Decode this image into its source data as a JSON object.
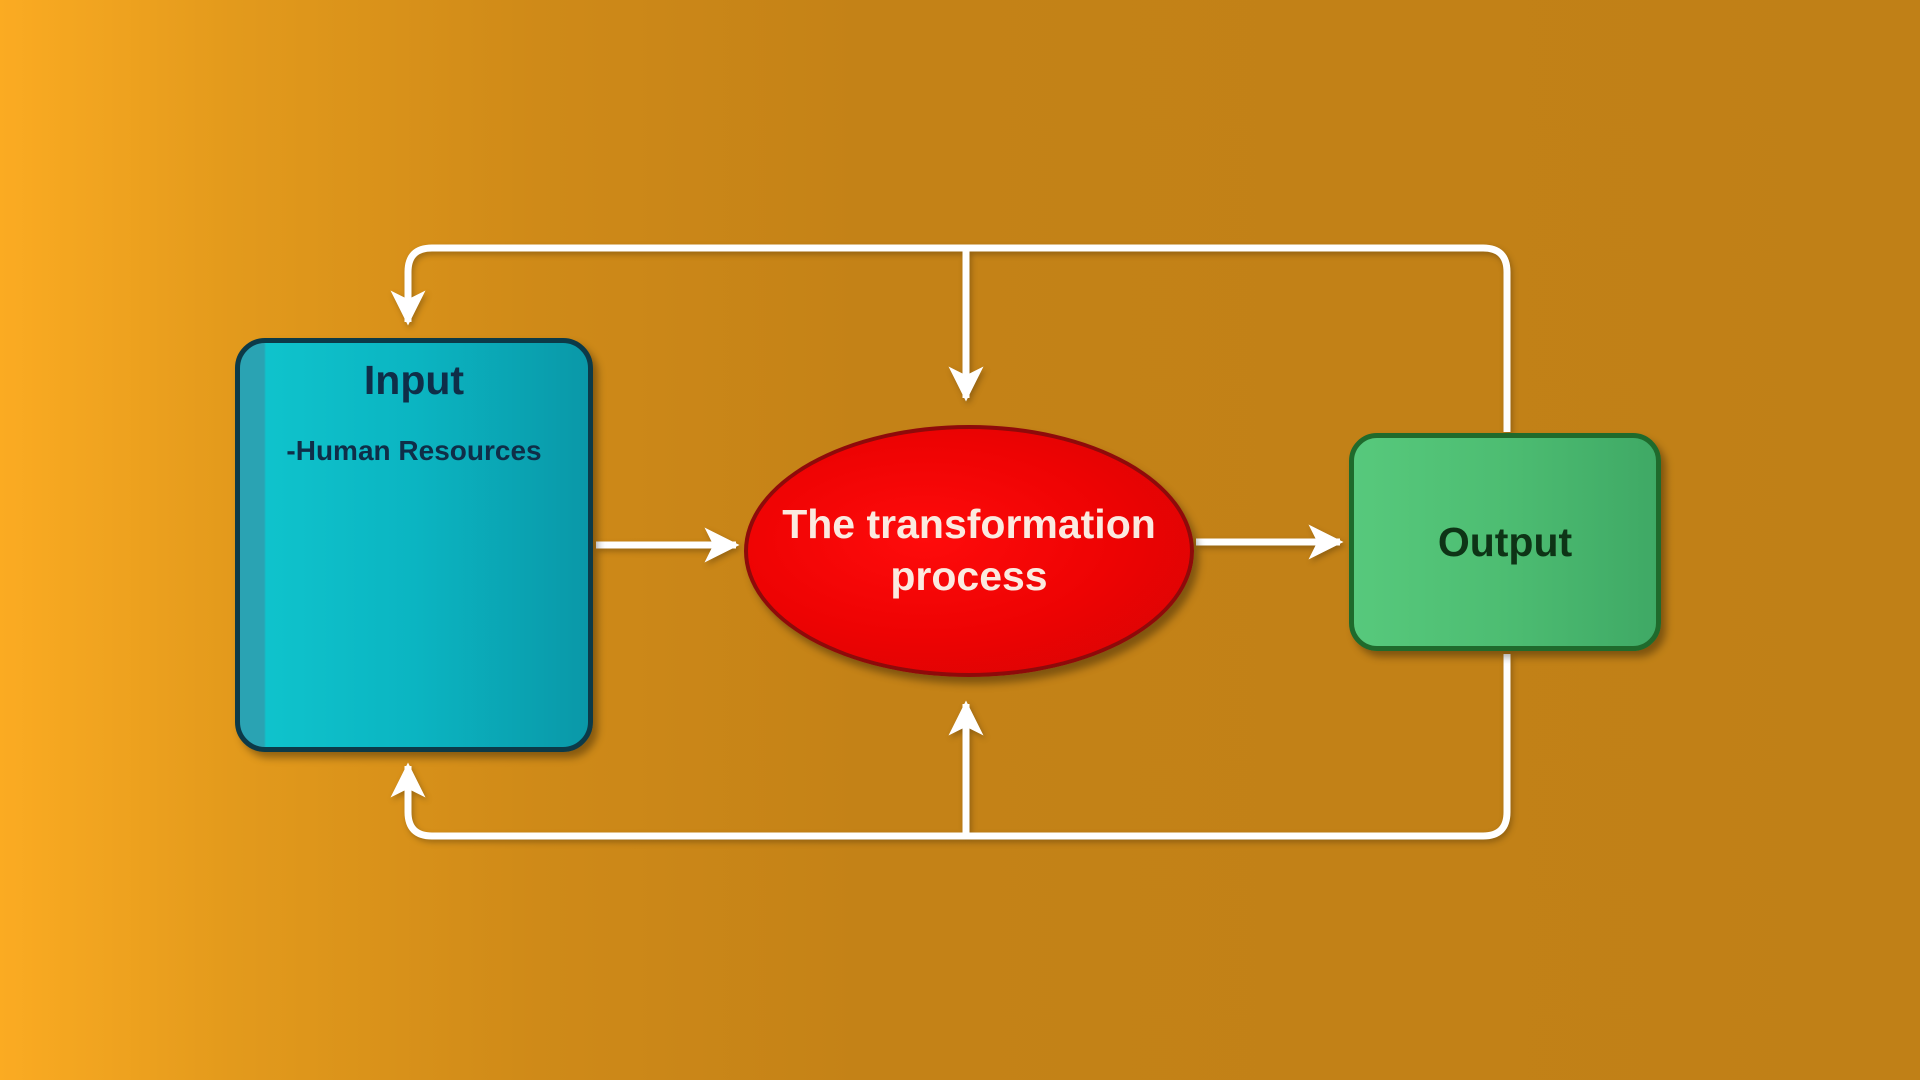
{
  "diagram": {
    "input": {
      "title": "Input",
      "items": [
        "-Human Resources"
      ]
    },
    "process": {
      "label_line1": "The transformation",
      "label_line2": "process"
    },
    "output": {
      "label": "Output"
    },
    "colors": {
      "background_left": "#fbab22",
      "background_right": "#c08017",
      "input_fill": "#0bb5c2",
      "input_border": "#0c3a48",
      "process_fill": "#ee0303",
      "process_border": "#8e0a0a",
      "output_fill": "#4dbd72",
      "output_border": "#1f6a2c",
      "connector": "#ffffff"
    },
    "edges": [
      {
        "from": "input",
        "to": "process"
      },
      {
        "from": "process",
        "to": "output"
      },
      {
        "from": "output",
        "to": "input",
        "route": "top feedback loop"
      },
      {
        "from": "output",
        "to": "process",
        "route": "top feedback loop"
      },
      {
        "from": "output",
        "to": "input",
        "route": "bottom feedback loop"
      },
      {
        "from": "output",
        "to": "process",
        "route": "bottom feedback loop"
      }
    ]
  }
}
